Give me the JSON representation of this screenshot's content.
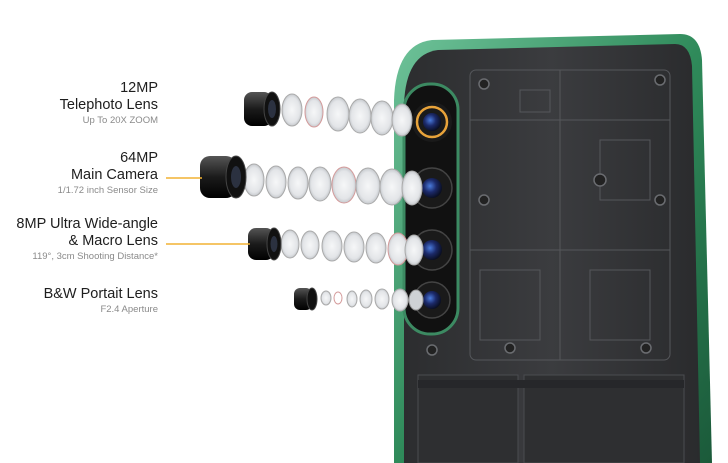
{
  "lenses": [
    {
      "title_1": "12MP",
      "title_2": "Telephoto Lens",
      "subtitle": "Up To 20X ZOOM"
    },
    {
      "title_1": "64MP",
      "title_2": "Main Camera",
      "subtitle": "1/1.72 inch Sensor Size"
    },
    {
      "title_1": "8MP Ultra Wide-angle",
      "title_2": "& Macro Lens",
      "subtitle": "119°, 3cm Shooting Distance*"
    },
    {
      "title_1": "B&W Portait Lens",
      "subtitle": "F2.4 Aperture"
    }
  ],
  "colors": {
    "accent_line": "#f2b233",
    "phone_frame": "#2f8a5a",
    "phone_body": "#3a3b3d",
    "lens_ring_gold": "#e8a33a"
  }
}
